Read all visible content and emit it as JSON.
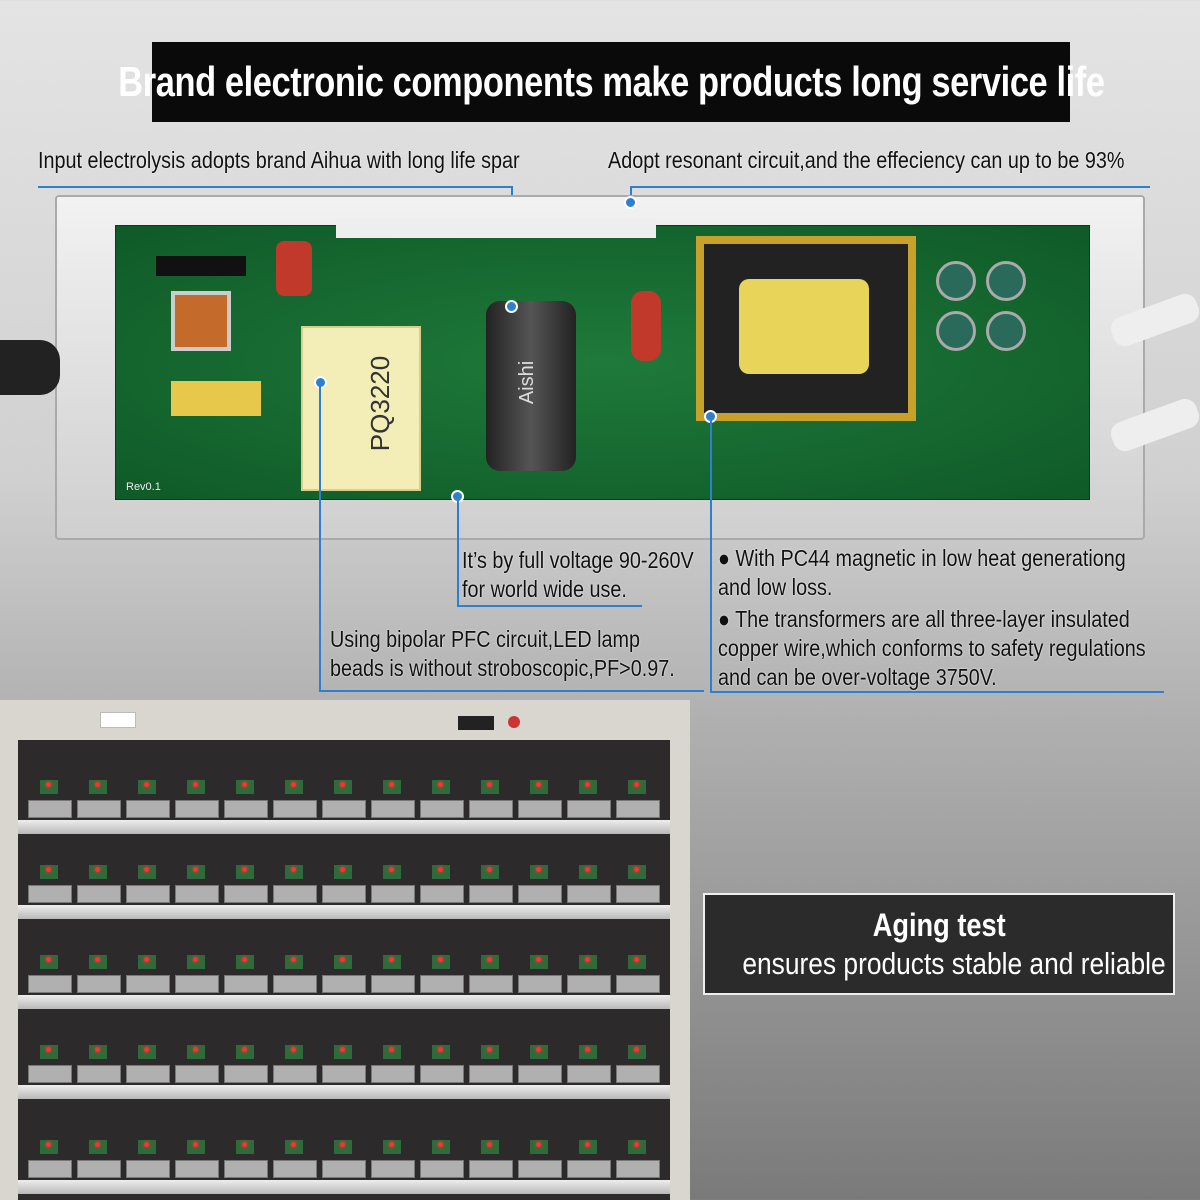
{
  "title": "Brand electronic components make products long service life",
  "callouts": {
    "capacitor": "Input electrolysis adopts brand Aihua with long life spar",
    "resonant": "Adopt resonant circuit,and the effeciency can up to be 93%",
    "voltage": [
      "It’s by full voltage 90-260V",
      "for world wide use."
    ],
    "pfc": [
      "Using bipolar PFC circuit,LED lamp",
      "beads is without stroboscopic,PF>0.97."
    ],
    "transformer": [
      "● With PC44 magnetic in low heat generationg",
      "and low loss.",
      "● The transformers are all three-layer insulated",
      "copper wire,which conforms to safety regulations",
      "and can be over-voltage 3750V."
    ]
  },
  "pcb_labels": {
    "revision": "Rev0.1",
    "capacitor_brand": "Aishi",
    "transformer_mark": "PQ3220"
  },
  "aging": {
    "heading": "Aging test",
    "subtitle": "ensures products stable and reliable"
  },
  "colors": {
    "callout_line": "#2f7fd0",
    "title_bg": "#0a0a0a",
    "pcb": "#1f7a3a"
  }
}
